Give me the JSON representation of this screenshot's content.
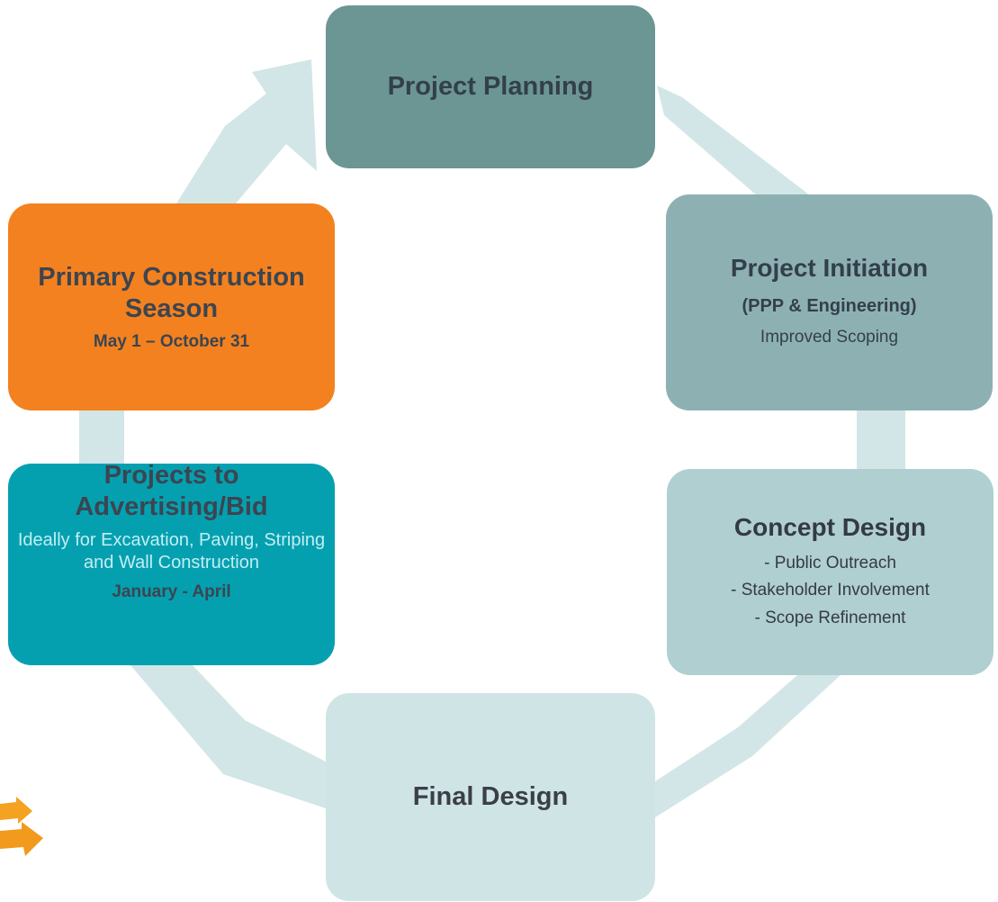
{
  "cycle": {
    "arrow_color": "#d2e6e7",
    "stages": [
      {
        "key": "planning",
        "title": "Project Planning",
        "color": "#6b9694"
      },
      {
        "key": "initiation",
        "title": "Project Initiation",
        "subtitle": "(PPP & Engineering)",
        "note": "Improved Scoping",
        "color": "#8db1b3"
      },
      {
        "key": "concept",
        "title": "Concept Design",
        "items": [
          "- Public Outreach",
          "- Stakeholder Involvement",
          "- Scope Refinement"
        ],
        "color": "#b0cfd0"
      },
      {
        "key": "final",
        "title": "Final Design",
        "color": "#cfe4e5"
      },
      {
        "key": "bid",
        "title": "Projects to Advertising/Bid",
        "detail": "Ideally for Excavation, Paving, Striping and Wall Construction",
        "date": "January - April",
        "color": "#05a0b0"
      },
      {
        "key": "season",
        "title": "Primary Construction Season",
        "date": "May 1 – October 31",
        "color": "#f4811f"
      }
    ]
  },
  "decoration": {
    "icon": "orange-arrows-icon",
    "color": "#f4a21f"
  }
}
